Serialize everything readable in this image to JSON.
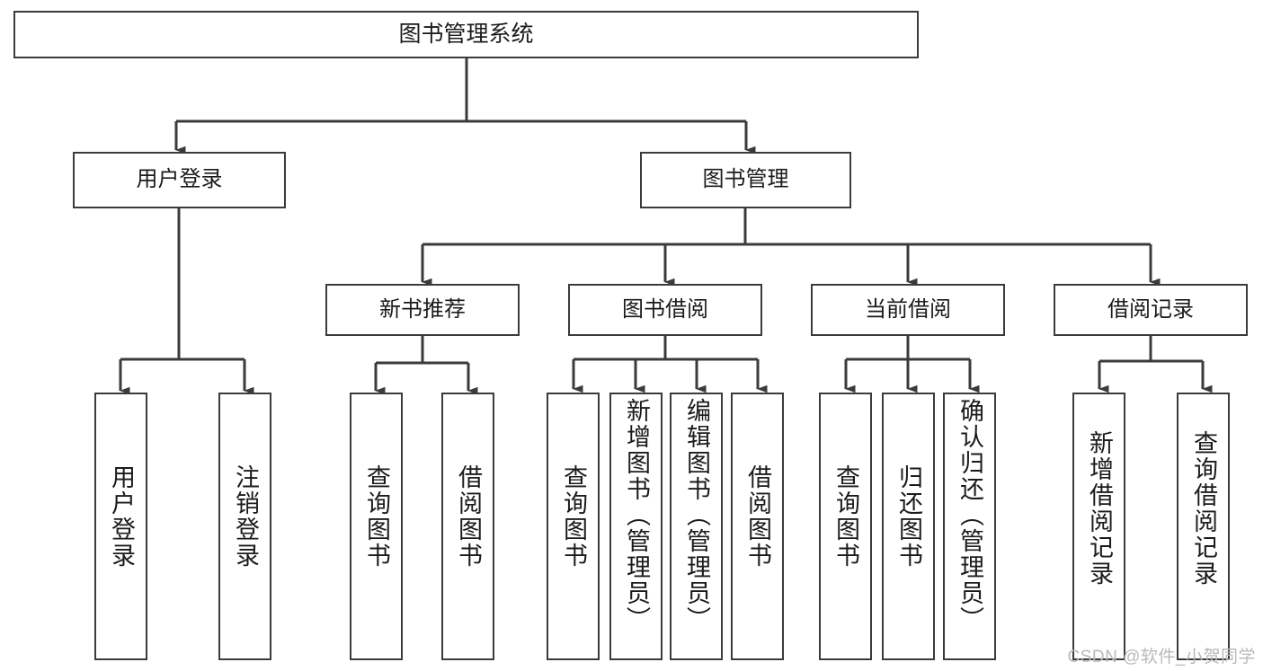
{
  "diagram": {
    "title_text": "图书管理系统",
    "type": "tree-hierarchy-chart",
    "root": {
      "id": "root",
      "label": "图书管理系统"
    },
    "level2": [
      {
        "id": "user-login",
        "label": "用户登录"
      },
      {
        "id": "book-management",
        "label": "图书管理"
      }
    ],
    "level3": [
      {
        "id": "new-book-recommend",
        "label": "新书推荐"
      },
      {
        "id": "book-borrow",
        "label": "图书借阅"
      },
      {
        "id": "current-borrow",
        "label": "当前借阅"
      },
      {
        "id": "borrow-record",
        "label": "借阅记录"
      }
    ],
    "leaves": {
      "user_login": [
        {
          "id": "leaf-user-login",
          "label": "用户登录"
        },
        {
          "id": "leaf-logout-login",
          "label": "注销登录"
        }
      ],
      "new_book_recommend": [
        {
          "id": "leaf-query-book-1",
          "label": "查询图书"
        },
        {
          "id": "leaf-borrow-book-1",
          "label": "借阅图书"
        }
      ],
      "book_borrow": [
        {
          "id": "leaf-query-book-2",
          "label": "查询图书"
        },
        {
          "id": "leaf-add-book",
          "label": "新增图书（管理员）"
        },
        {
          "id": "leaf-edit-book",
          "label": "编辑图书（管理员）"
        },
        {
          "id": "leaf-borrow-book-2",
          "label": "借阅图书"
        }
      ],
      "current_borrow": [
        {
          "id": "leaf-query-book-3",
          "label": "查询图书"
        },
        {
          "id": "leaf-return-book",
          "label": "归还图书"
        },
        {
          "id": "leaf-confirm-return",
          "label": "确认归还（管理员）"
        }
      ],
      "borrow_record": [
        {
          "id": "leaf-add-record",
          "label": "新增借阅记录"
        },
        {
          "id": "leaf-query-record",
          "label": "查询借阅记录"
        }
      ]
    }
  },
  "watermark": {
    "text": "CSDN @软件_小贺同学"
  },
  "colors": {
    "box_border": "#3b3b3b",
    "box_fill": "#ffffff",
    "text": "#1b1b1b",
    "edge": "#3b3b3b",
    "watermark": "#b9b9b9",
    "background": "#ffffff"
  }
}
